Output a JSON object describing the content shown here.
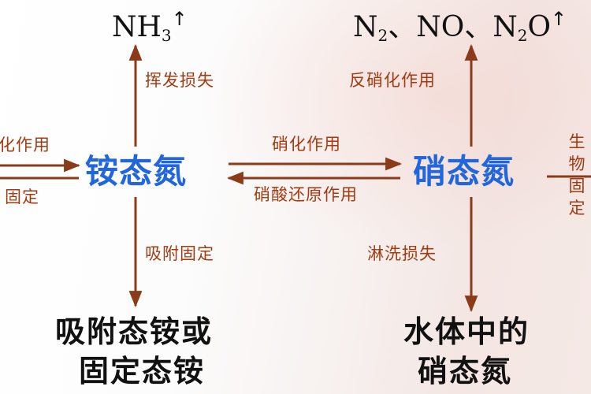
{
  "top_left": {
    "formula_main": "NH",
    "formula_sub": "3",
    "arrow": "↑"
  },
  "top_right": {
    "n2_main": "N",
    "n2_sub": "2",
    "sep1": "、",
    "no": "NO",
    "sep2": "、",
    "n2o_main": "N",
    "n2o_sub": "2",
    "n2o_tail": "O",
    "arrow": "↑"
  },
  "nodes": {
    "ammonium": "铵态氮",
    "nitrate": "硝态氮"
  },
  "processes": {
    "volatilization": "挥发损失",
    "denitrification": "反硝化作用",
    "nitrification": "硝化作用",
    "nitrate_reduction": "硝酸还原作用",
    "adsorption_fix": "吸附固定",
    "leaching": "淋洗损失",
    "left_top_partial": "化作用",
    "left_bottom_partial": "固定",
    "right_bio": "生物固定"
  },
  "bottom": {
    "left_line1": "吸附态铵或",
    "left_line2": "固定态铵",
    "right_line1": "水体中的",
    "right_line2": "硝态氮"
  },
  "colors": {
    "arrow": "#8b3a1a",
    "process_text": "#a23a12",
    "node_text": "#2266dd",
    "body_text": "#111111"
  }
}
